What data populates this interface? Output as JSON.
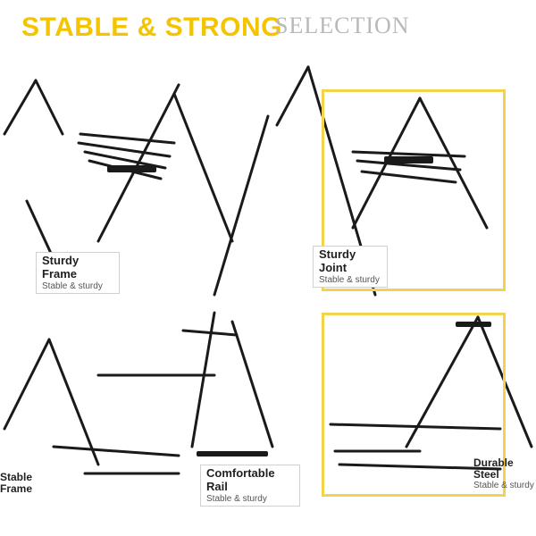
{
  "header": {
    "title": "STABLE & STRONG",
    "ghost_title": "SELECTION"
  },
  "labels": {
    "top_left": {
      "main": "Sturdy Frame",
      "sub": "Stable & sturdy"
    },
    "top_right": {
      "main": "Sturdy Joint",
      "sub": "Stable & sturdy"
    },
    "bottom_middle": {
      "main": "Comfortable Rail",
      "sub": "Stable & sturdy"
    },
    "bottom_left": {
      "main": "Stable Frame"
    },
    "bottom_right": {
      "main": "Durable Steel",
      "sub": "Stable & sturdy"
    }
  },
  "colors": {
    "accent": "#f5c400",
    "callout_border": "#f2d34a",
    "frame": "#1a1a1a"
  }
}
